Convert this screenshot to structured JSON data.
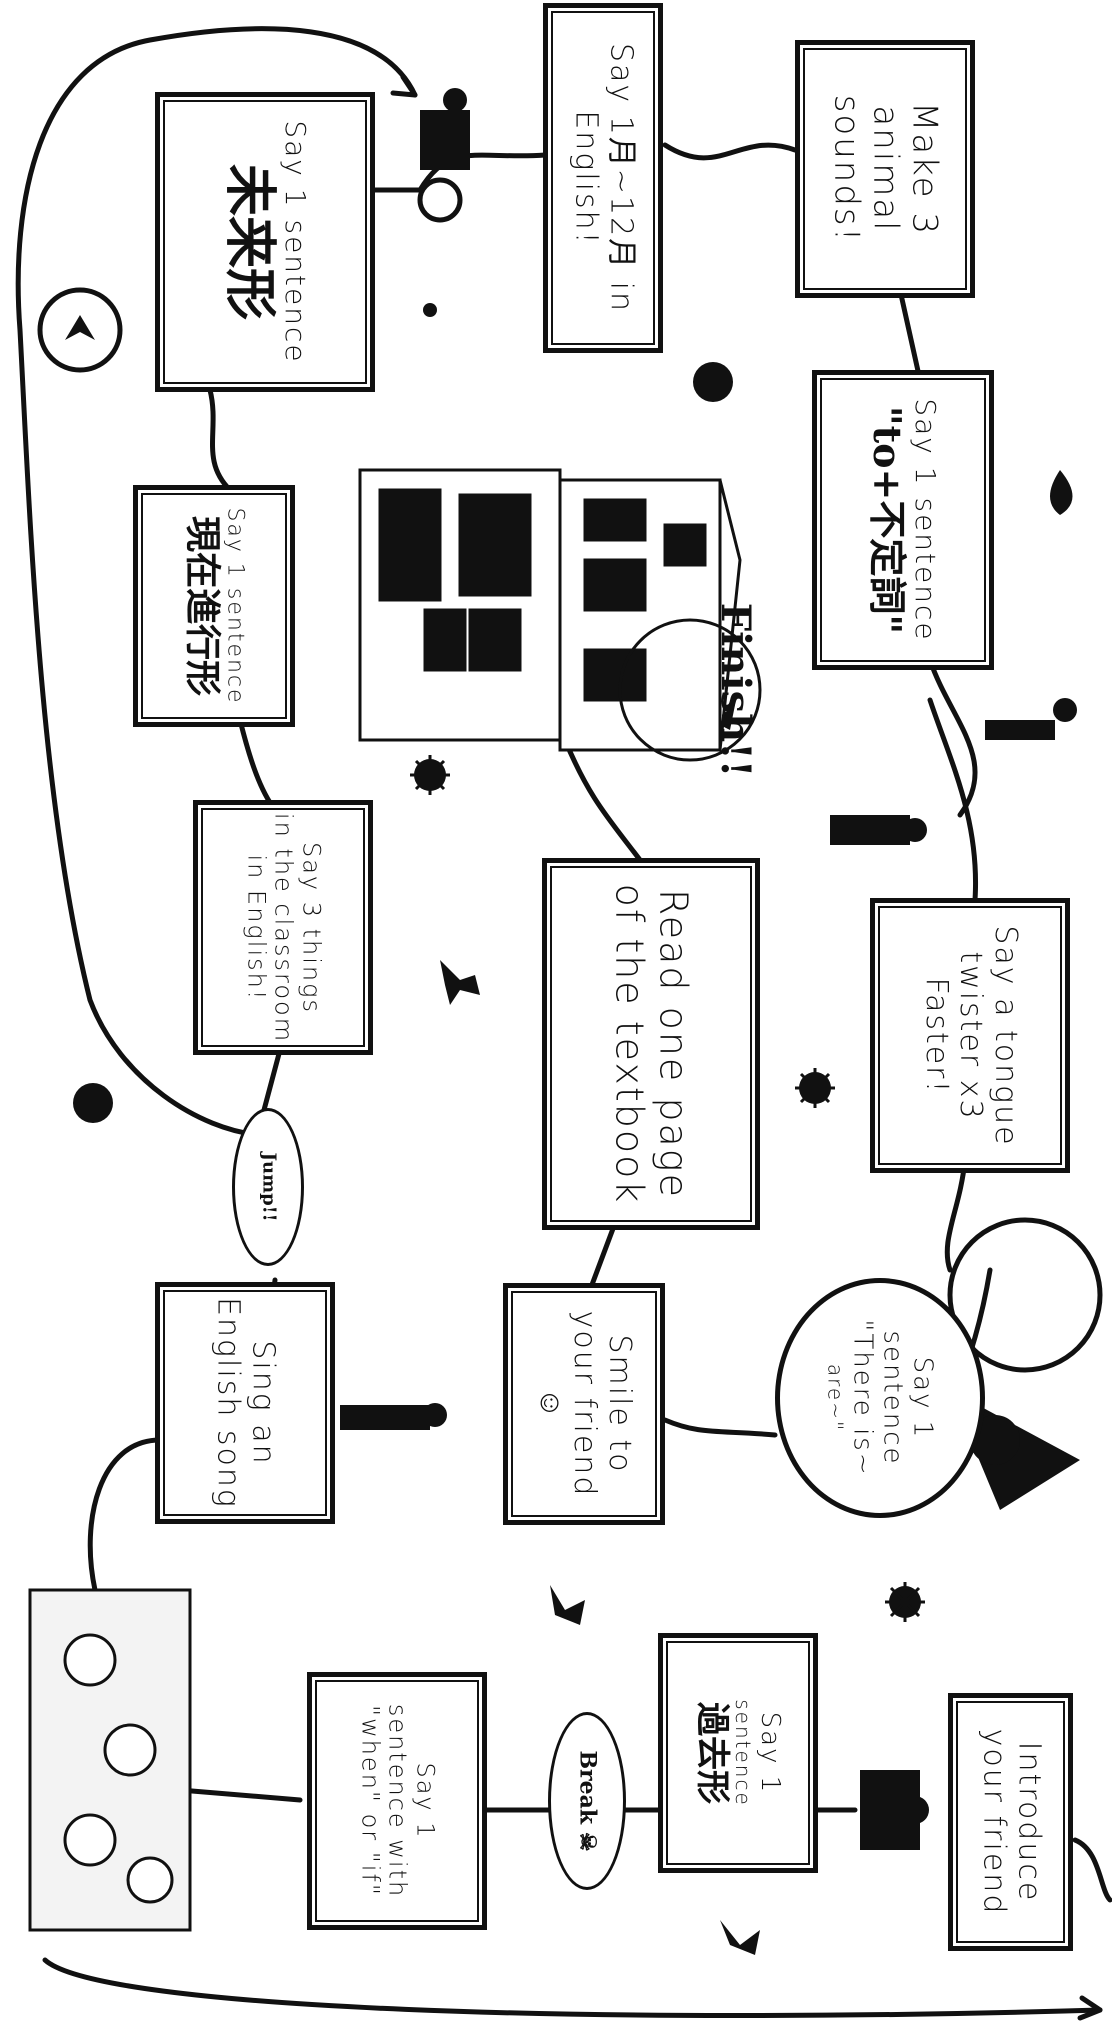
{
  "board": {
    "finish_label": "Finish!!",
    "jump_label": "Jump!!",
    "break_label": "Break",
    "squares": {
      "animal": "Make 3 animal sounds!",
      "months_line1": "Say 1月~12月 in",
      "months_line2": "English!",
      "future_line1": "Say 1 sentence",
      "future_line2": "未来形",
      "to_inf_line1": "Say 1 sentence",
      "to_inf_line2": "\"to+不定詞\"",
      "progressive_line1": "Say 1 sentence",
      "progressive_line2": "現在進行形",
      "tongue_line1": "Say a tongue",
      "tongue_line2": "twister x3",
      "tongue_line3": "Faster!",
      "classroom_line1": "Say 3 things",
      "classroom_line2": "in the classroom",
      "classroom_line3": "in English!",
      "textbook_line1": "Read one page",
      "textbook_line2": "of the textbook",
      "there_is_line1": "Say 1",
      "there_is_line2": "sentence",
      "there_is_line3": "\"There is~",
      "there_is_line4": "are~\"",
      "sing_line1": "Sing an",
      "sing_line2": "English song",
      "smile_line1": "Smile to",
      "smile_line2": "your friend",
      "when_if_line1": "Say 1",
      "when_if_line2": "sentence with",
      "when_if_line3": "\"when\" or \"if\"",
      "past_line1": "Say 1",
      "past_line2": "sentence",
      "past_line3": "過去形",
      "introduce_line1": "Introduce",
      "introduce_line2": "your friend"
    }
  }
}
